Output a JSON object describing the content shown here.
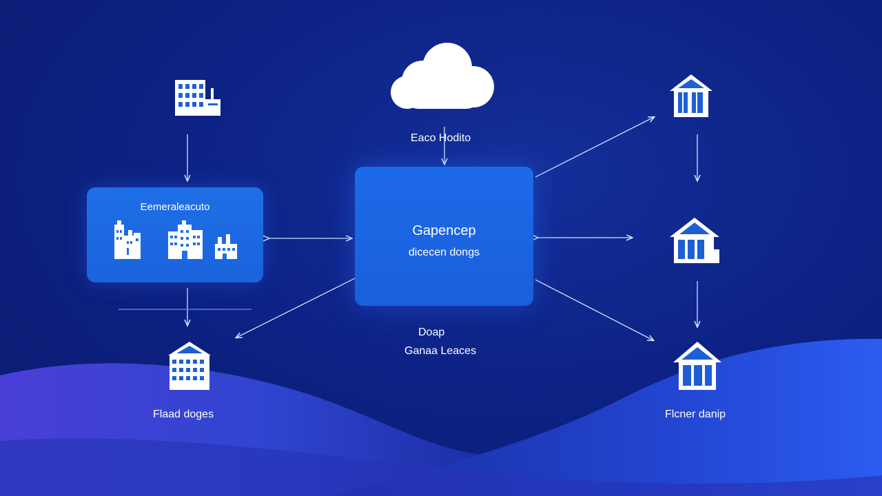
{
  "diagram": {
    "cloud_label": "Eaco Hodito",
    "left_box_title": "Eemeraleacuto",
    "center_title": "Gapencep",
    "center_subtitle": "dicecen dongs",
    "bottom_line_1": "Doap",
    "bottom_line_2": "Ganaa Leaces",
    "bottom_left_label": "Flaad doges",
    "bottom_right_label": "Flcner danip"
  },
  "icons": {
    "top_left": "office-building-icon",
    "cloud": "cloud-icon",
    "top_right": "house-icon",
    "mid_right": "house-icon",
    "bottom_left": "bank-building-icon",
    "bottom_right": "house-icon",
    "left_box_icons": [
      "factory-icon",
      "office-building-icon",
      "factory-icon"
    ]
  },
  "colors": {
    "background": "#0d2285",
    "box": "#1d6ae8",
    "wave": "#3a3fd6",
    "line": "#cfe0ff",
    "icon_stroke": "#1f5fd6"
  }
}
